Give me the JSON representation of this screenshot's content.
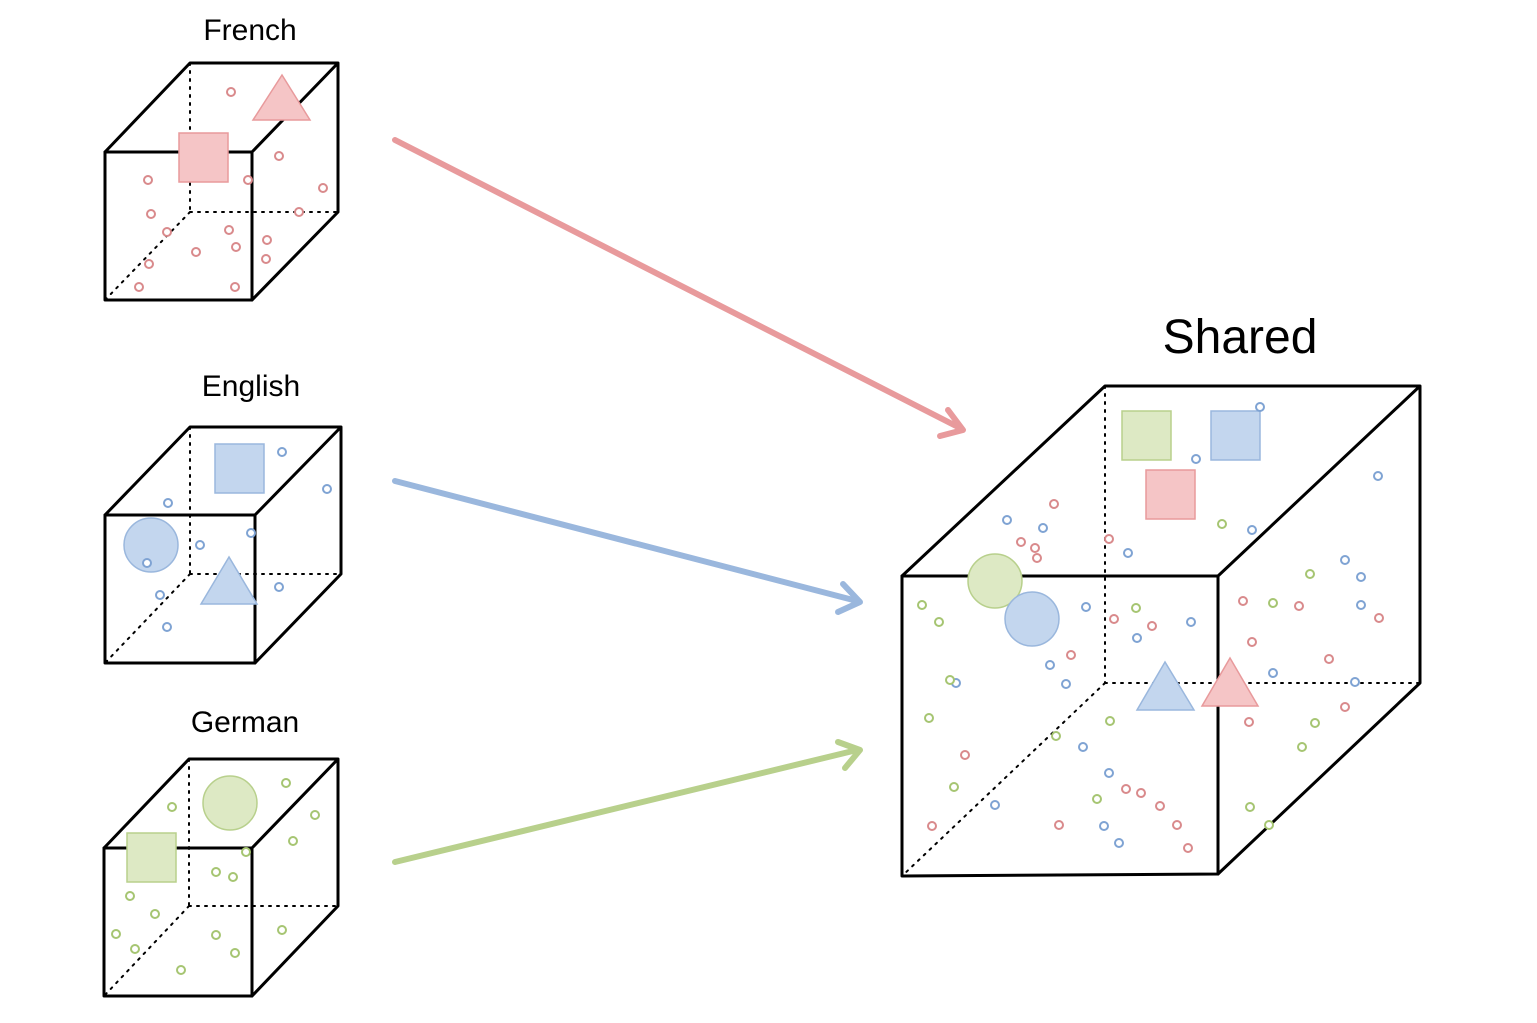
{
  "colors": {
    "french": "#e89a9c",
    "english": "#9ab7dd",
    "german": "#b8d08c",
    "french_fill": "#f5c5c6",
    "english_fill": "#c3d6ee",
    "german_fill": "#dde9c4",
    "french_dot": "#d98a8c",
    "english_dot": "#7fa3d3",
    "german_dot": "#a6c572"
  },
  "spaces": {
    "french": {
      "label": "French",
      "color_key": "french"
    },
    "english": {
      "label": "English",
      "color_key": "english"
    },
    "german": {
      "label": "German",
      "color_key": "german"
    },
    "shared": {
      "label": "Shared"
    }
  },
  "arrows": [
    {
      "from": "french",
      "to": "shared",
      "color_key": "french"
    },
    {
      "from": "english",
      "to": "shared",
      "color_key": "english"
    },
    {
      "from": "german",
      "to": "shared",
      "color_key": "german"
    }
  ]
}
